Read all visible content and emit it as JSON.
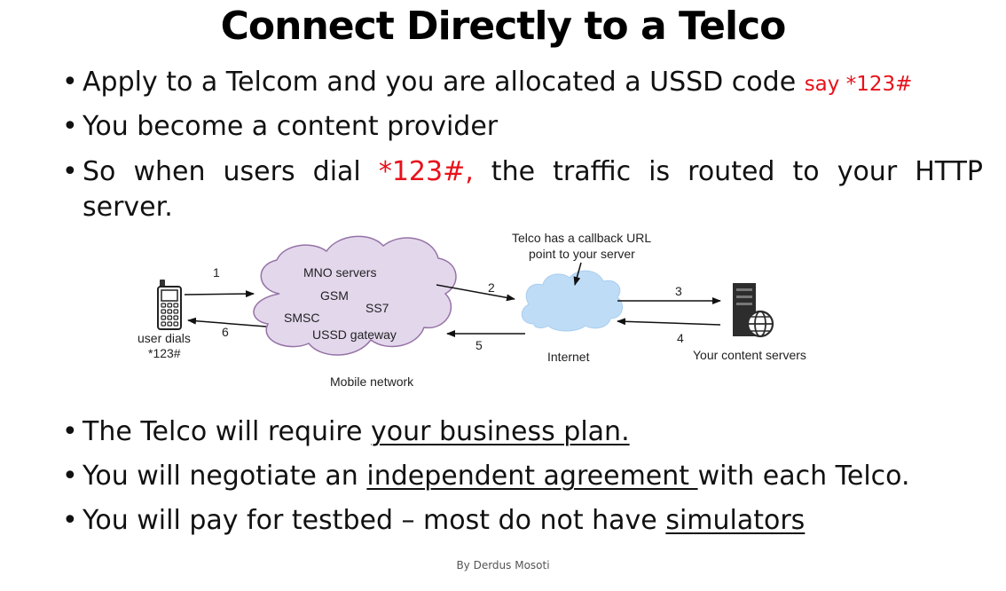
{
  "title": "Connect Directly to a Telco",
  "bullets": {
    "b1": {
      "text": "Apply to a Telcom and you are allocated a USSD code ",
      "highlight": "say *123#"
    },
    "b2": {
      "text": "You become a content provider"
    },
    "b3": {
      "pre": "So when users dial ",
      "highlight": "*123#,",
      "post": " the traffic is routed to your HTTP",
      "line2": "server."
    },
    "b4": {
      "pre": "The Telco will require ",
      "underlined": "your business plan."
    },
    "b5": {
      "pre": "You will negotiate an ",
      "underlined": "independent agreement ",
      "post": "with each Telco."
    },
    "b6": {
      "pre": "You will pay for testbed – most do not have ",
      "underlined": "simulators"
    }
  },
  "diagram": {
    "phone_label_line1": "user dials",
    "phone_label_line2": "*123#",
    "cloud_items": {
      "mno": "MNO servers",
      "gsm": "GSM",
      "ss7": "SS7",
      "smsc": "SMSC",
      "ussd": "USSD gateway"
    },
    "mobile_network_label": "Mobile network",
    "internet_label": "Internet",
    "callback_note_line1": "Telco has a callback URL",
    "callback_note_line2": "point to your server",
    "servers_label": "Your content servers",
    "arrow_labels": {
      "a1": "1",
      "a2": "2",
      "a3": "3",
      "a4": "4",
      "a5": "5",
      "a6": "6"
    },
    "colors": {
      "mobile_cloud_fill": "#e3d7ec",
      "mobile_cloud_stroke": "#9673a6",
      "internet_cloud": "#bfdcf7",
      "accent_red": "#e8111a"
    }
  },
  "footer": "By Derdus Mosoti"
}
